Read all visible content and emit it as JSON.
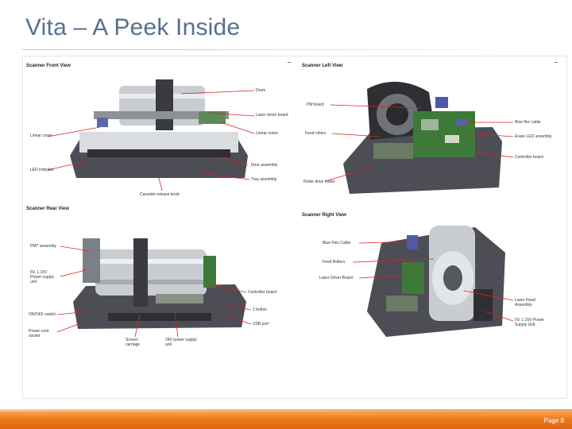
{
  "slide": {
    "title": "Vita – A Peek Inside",
    "page_number": "Page 8"
  },
  "views": {
    "front": {
      "label": "Scanner Front View",
      "callouts": [
        "Drum",
        "Laser driver board",
        "Linear motor",
        "Linear cover",
        "Door assembly",
        "Tray assembly",
        "LED indicator",
        "Cassette release knob"
      ]
    },
    "left": {
      "label": "Scanner Left View",
      "callouts": [
        "PM board",
        "Feed rollers",
        "Roller drive motor",
        "Blue flex cable",
        "Erase LED assembly",
        "Controller board"
      ]
    },
    "rear": {
      "label": "Scanner Rear View",
      "callouts": [
        "PMT assembly",
        "5V, 1.15V Power supply unit",
        "ON/OFF switch",
        "Power cord socket",
        "Screen carriage",
        "24V power supply unit",
        "Controller board",
        "1 button",
        "USB port"
      ]
    },
    "right": {
      "label": "Scanner Right View",
      "callouts": [
        "Blue Flex Cable",
        "Feed Rollers",
        "Laser Driver Board",
        "Laser Head Assembly",
        "5V, 1.15V Power Supply Unit"
      ]
    }
  },
  "colors": {
    "title": "#55718e",
    "footer_orange": "#ee7a1d",
    "callout_line": "#e02020",
    "scanner_body": "#4a4a52",
    "drum_metal": "#c9cdd2",
    "pcb_green": "#3d7a3a"
  }
}
